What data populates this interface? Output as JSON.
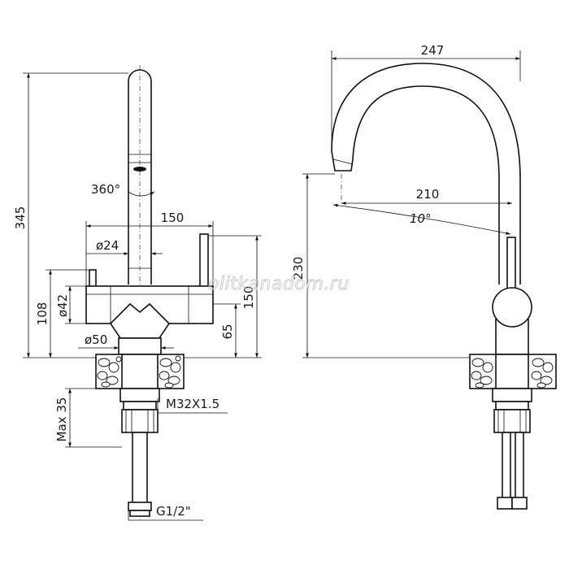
{
  "dimensions": {
    "height_total": "345",
    "rotation": "360°",
    "width_body": "150",
    "dia_handle": "ø24",
    "dia_body": "ø42",
    "height_108": "108",
    "height_150": "150",
    "height_65": "65",
    "dia_base": "ø50",
    "thread": "M32X1.5",
    "max_thickness": "Max 35",
    "hose_thread": "G1/2\"",
    "reach_total": "247",
    "reach_spout": "210",
    "angle": "10°",
    "spout_height": "230"
  },
  "watermark": "olitkanadom.ru"
}
